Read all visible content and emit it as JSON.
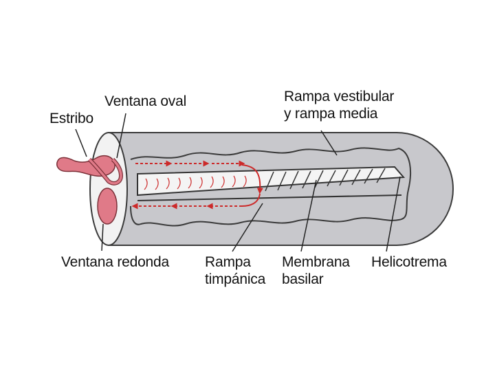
{
  "diagram": {
    "labels": {
      "estribo": "Estribo",
      "ventana_oval": "Ventana oval",
      "rampa_vestibular_l1": "Rampa vestibular",
      "rampa_vestibular_l2": "y rampa media",
      "ventana_redonda": "Ventana redonda",
      "rampa_timpanica_l1": "Rampa",
      "rampa_timpanica_l2": "timpánica",
      "membrana_basilar_l1": "Membrana",
      "membrana_basilar_l2": "basilar",
      "helicotrema": "Helicotrema"
    },
    "colors": {
      "tube_fill": "#c8c8cc",
      "tube_stroke": "#3a3a3a",
      "window_fill": "#f2f2f2",
      "stapes": "#e07a88",
      "arrows": "#cc2a2a",
      "membrane_stroke": "#333333",
      "membrane_fill": "#f4f4f4"
    }
  }
}
